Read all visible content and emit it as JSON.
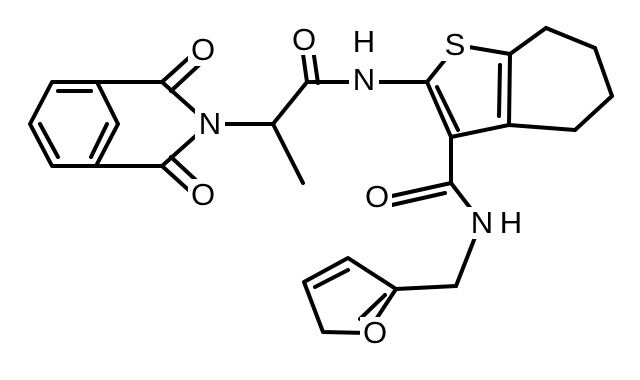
{
  "labels": {
    "o_phthalimide_top": "O",
    "o_phthalimide_bottom": "O",
    "n_phthalimide": "N",
    "o_amide_top": "O",
    "n_amide_top": "N",
    "h_amide_top": "H",
    "s_thiophene": "S",
    "o_amide_bottom": "O",
    "n_amide_bottom": "N",
    "h_amide_bottom": "H",
    "o_furan": "O"
  },
  "colors": {
    "stroke": "#000000",
    "background": "#ffffff"
  }
}
